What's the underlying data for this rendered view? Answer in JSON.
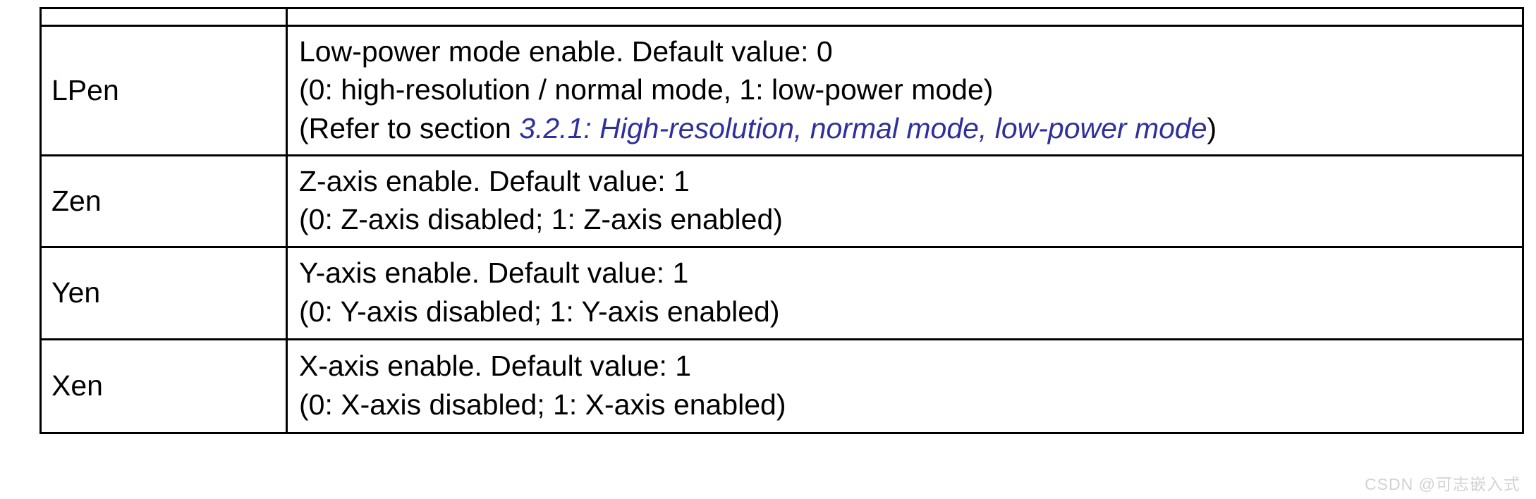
{
  "document": {
    "type": "register-bitfield-description-table",
    "columns": [
      "bit-name",
      "description"
    ],
    "colors": {
      "text": "#000000",
      "section_link": "#2f2f9e",
      "border": "#000000",
      "background": "#ffffff",
      "watermark": "#d2d2d2"
    }
  },
  "table": {
    "partial_row_top": {
      "name": "",
      "description": ""
    },
    "rows": [
      {
        "name": "LPen",
        "lines": [
          {
            "text": "Low-power mode enable. Default value: 0"
          },
          {
            "text": "(0: high-resolution / normal mode, 1: low-power mode)"
          },
          {
            "prefix": "(Refer to section ",
            "section_ref": "3.2.1: High-resolution, normal mode, low-power mode",
            "suffix": ")"
          }
        ]
      },
      {
        "name": "Zen",
        "lines": [
          {
            "text": "Z-axis enable. Default value: 1"
          },
          {
            "text": "(0: Z-axis disabled; 1: Z-axis enabled)"
          }
        ]
      },
      {
        "name": "Yen",
        "lines": [
          {
            "text": "Y-axis enable. Default value: 1"
          },
          {
            "text": "(0: Y-axis disabled; 1: Y-axis enabled)"
          }
        ]
      },
      {
        "name": "Xen",
        "lines": [
          {
            "text": "X-axis enable. Default value: 1"
          },
          {
            "text": "(0: X-axis disabled; 1: X-axis enabled)"
          }
        ]
      }
    ]
  },
  "watermark": {
    "text": "CSDN @可志嵌入式"
  }
}
